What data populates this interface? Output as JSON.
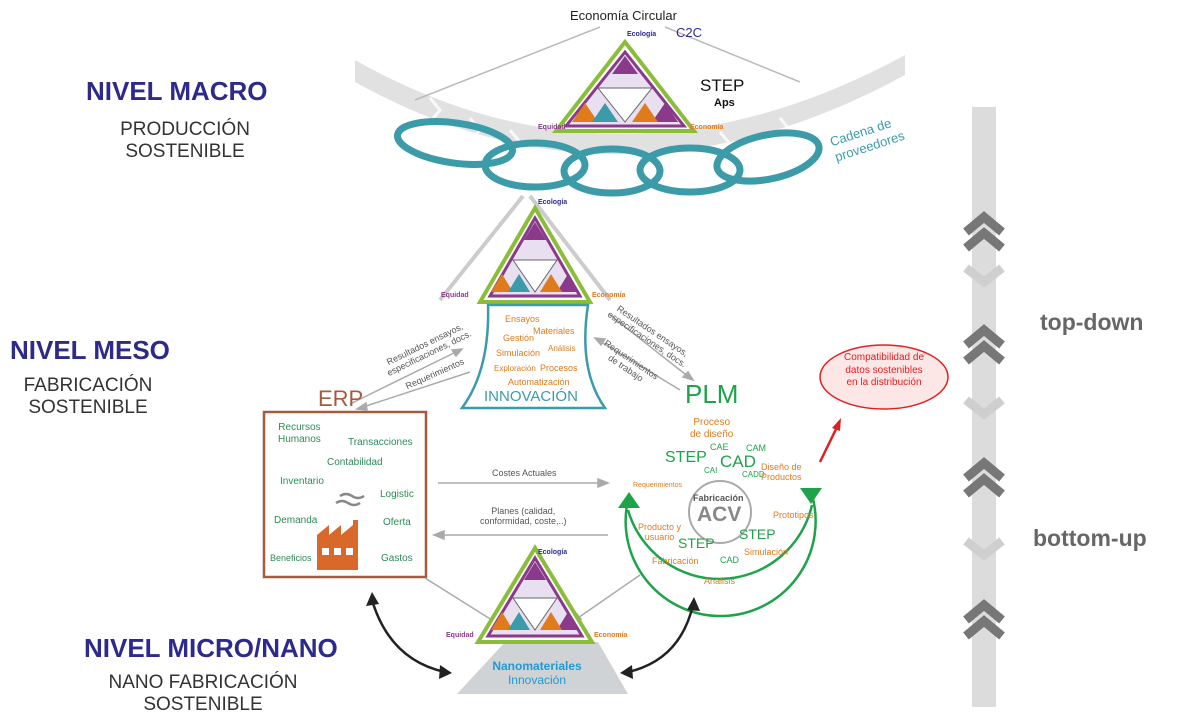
{
  "levels": {
    "macro": {
      "title": "NIVEL MACRO",
      "subtitle_1": "PRODUCCIÓN",
      "subtitle_2": "SOSTENIBLE"
    },
    "meso": {
      "title": "NIVEL MESO",
      "subtitle_1": "FABRICACIÓN",
      "subtitle_2": "SOSTENIBLE"
    },
    "micro": {
      "title": "NIVEL MICRO/NANO",
      "subtitle_1": "NANO FABRICACIÓN",
      "subtitle_2": "SOSTENIBLE"
    }
  },
  "macro_block": {
    "economia_circular": "Economía Circular",
    "c2c": "C2C",
    "step": "STEP",
    "aps": "Aps",
    "cadena_1": "Cadena de",
    "cadena_2": "proveedores"
  },
  "triangle_labels": {
    "ecologia": "Ecología",
    "equidad": "Equidad",
    "economia": "Economía"
  },
  "arrows_side": {
    "top_down": "top-down",
    "bottom_up": "bottom-up"
  },
  "innovation": {
    "items": [
      "Ensayos",
      "Materiales",
      "Gestión",
      "Análisis",
      "Simulación",
      "Exploración",
      "Procesos",
      "Automatización"
    ],
    "title": "INNOVACIÓN"
  },
  "links": {
    "left_results_1": "Resultados ensayos,",
    "left_results_2": "especificaciones, docs.",
    "left_req": "Requerimientos",
    "right_results_1": "Resultados ensayos,",
    "right_results_2": "especificaciones, docs.",
    "right_req_1": "Requerimientos",
    "right_req_2": "de trabajo",
    "costes": "Costes Actuales",
    "planes_1": "Planes (calidad,",
    "planes_2": "conformidad, coste,..)"
  },
  "erp": {
    "title": "ERP",
    "items": [
      "Recursos",
      "Humanos",
      "Transacciones",
      "Contabilidad",
      "Inventario",
      "Logistic",
      "Demanda",
      "Oferta",
      "Beneficios",
      "Gastos"
    ]
  },
  "plm": {
    "title": "PLM",
    "proceso_1": "Proceso",
    "proceso_2": "de diseño",
    "step_top": "STEP",
    "cae": "CAE",
    "cad_big": "CAD",
    "cam": "CAM",
    "cai": "CAI",
    "cadd": "CADD",
    "diseno_1": "Diseño de",
    "diseno_2": "Productos",
    "requerimientos": "Requerimientos",
    "fabricacion_center": "Fabricación",
    "acv": "ACV",
    "prototipos": "Prototipos",
    "producto_1": "Producto y",
    "producto_2": "usuario",
    "step_left": "STEP",
    "step_right": "STEP",
    "cad_small": "CAD",
    "simulacion": "Simulación",
    "fabricacion": "Fabricación",
    "analisis": "Análisis"
  },
  "compat": {
    "line1": "Compatibilidad de",
    "line2": "datos sostenibles",
    "line3": "en la distribución"
  },
  "nano": {
    "line1": "Nanomateriales",
    "line2": "Innovación"
  },
  "colors": {
    "navy": "#2e2a8c",
    "teal": "#3b9ba9",
    "green": "#1fa34a",
    "brown": "#a65a3e",
    "orange": "#e07b1c",
    "red": "#e02020",
    "grey": "#cfcfcf"
  }
}
